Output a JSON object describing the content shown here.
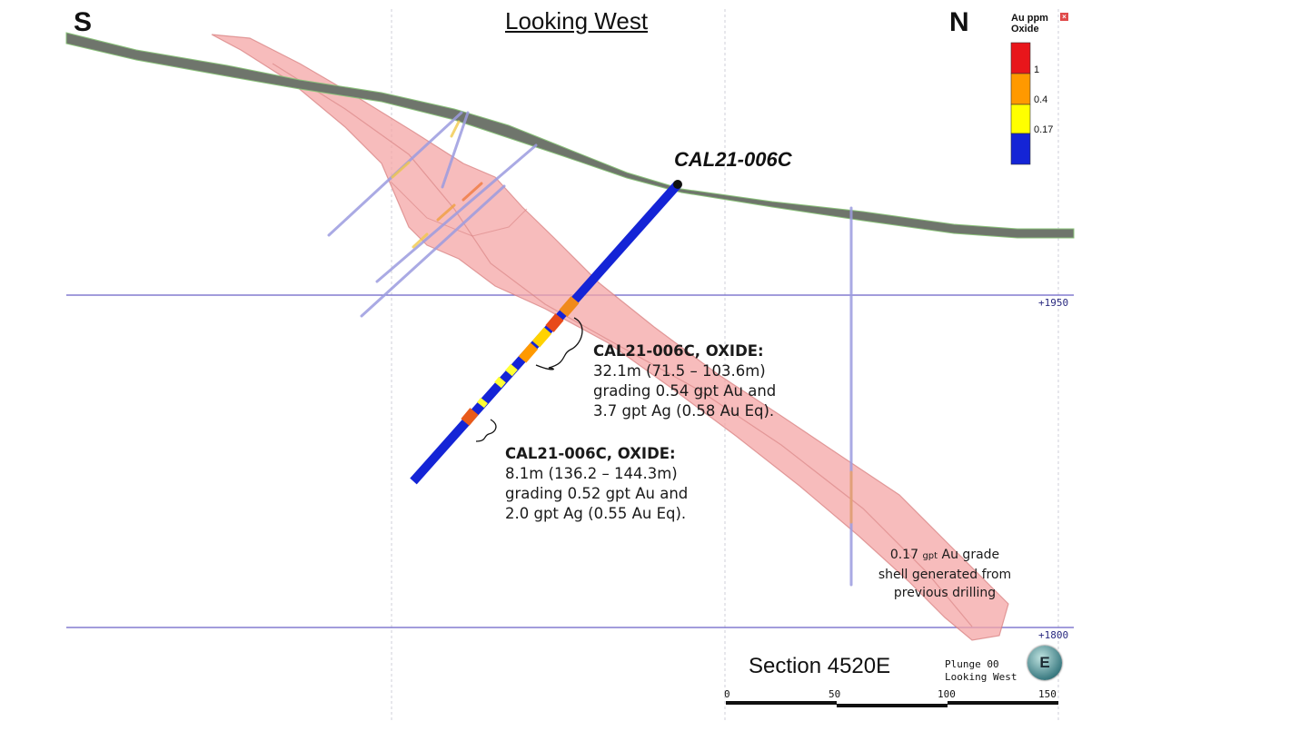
{
  "header": {
    "left_direction": "S",
    "right_direction": "N",
    "view_title": "Looking West"
  },
  "drillhole": {
    "name": "CAL21-006C"
  },
  "intercepts": [
    {
      "heading": "CAL21-006C, OXIDE:",
      "line1": "32.1m (71.5 – 103.6m)",
      "line2": "grading 0.54 gpt Au and",
      "line3": "3.7 gpt Ag (0.58 Au Eq)."
    },
    {
      "heading": "CAL21-006C, OXIDE:",
      "line1": "8.1m (136.2 – 144.3m)",
      "line2": "grading 0.52 gpt Au and",
      "line3": "2.0 gpt Ag (0.55 Au Eq)."
    }
  ],
  "grade_shell_note": {
    "line1_value": "0.17",
    "line1_unit": "gpt",
    "line1_rest": "Au grade",
    "line2": "shell generated from",
    "line3": "previous drilling"
  },
  "elevations": [
    "+1950",
    "+1800"
  ],
  "legend": {
    "title_line1": "Au ppm",
    "title_line2": "Oxide",
    "close_icon": "x-icon",
    "bins": [
      {
        "label": "1",
        "color": "#e8161b"
      },
      {
        "label": "0.4",
        "color": "#ff9900"
      },
      {
        "label": "0.17",
        "color": "#ffff00"
      },
      {
        "label": "",
        "color": "#1424d6"
      }
    ]
  },
  "footer": {
    "section_label": "Section 4520E",
    "plunge_line1": "Plunge 00",
    "plunge_line2": "Looking West",
    "compass_letter": "E",
    "scale_ticks": [
      "0",
      "50",
      "100",
      "150"
    ]
  },
  "colors": {
    "grade_shell": "#f4a6a6",
    "drillhole_low": "#1424d6",
    "elevation_line": "#6a62c8",
    "topography": "#6f756c"
  }
}
